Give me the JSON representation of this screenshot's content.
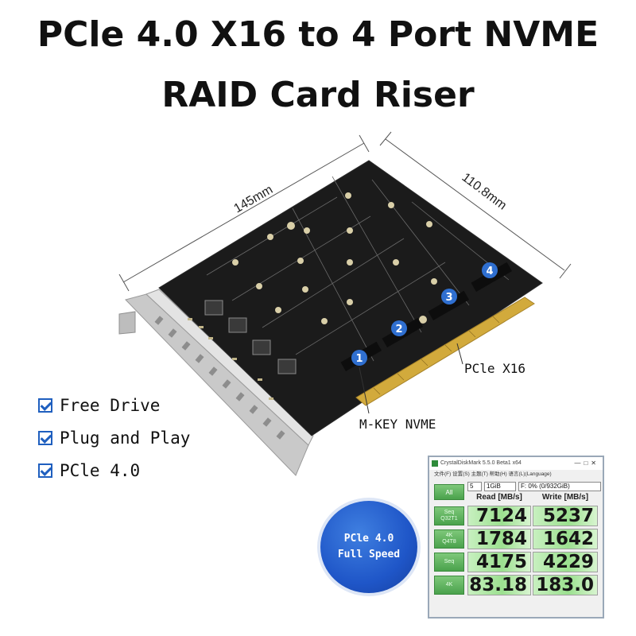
{
  "heading": {
    "line1": "PCle 4.0 X16 to 4 Port NVME",
    "line2": "RAID Card Riser"
  },
  "dimensions": {
    "length": "145mm",
    "width": "110.8mm"
  },
  "slots": [
    "1",
    "2",
    "3",
    "4"
  ],
  "callouts": {
    "pcie": "PCle X16",
    "mkey": "M-KEY NVME"
  },
  "features": [
    {
      "label": "Free Drive",
      "checked": true
    },
    {
      "label": "Plug and Play",
      "checked": true
    },
    {
      "label": "PCle 4.0",
      "checked": true
    }
  ],
  "badge": {
    "line1": "PCle 4.0",
    "line2": "Full Speed"
  },
  "benchmark": {
    "window_title": "CrystalDiskMark 5.5.0 Beta1 x64",
    "menu": "文件(F)  设置(S)  主题(T)  帮助(H)  语言(L)(Language)",
    "all_button": "All",
    "count": "5",
    "size": "1GiB",
    "drive": "F: 0% (0/932GiB)",
    "read_header": "Read [MB/s]",
    "write_header": "Write [MB/s]",
    "rows": [
      {
        "label": "Seq",
        "sub": "Q32T1",
        "read": "7124",
        "write": "5237"
      },
      {
        "label": "4K",
        "sub": "Q4T8",
        "read": "1784",
        "write": "1642"
      },
      {
        "label": "Seq",
        "sub": "",
        "read": "4175",
        "write": "4229"
      },
      {
        "label": "4K",
        "sub": "",
        "read": "83.18",
        "write": "183.0"
      }
    ]
  },
  "colors": {
    "pcb": "#1b1b1b",
    "accent_blue": "#1f56c8",
    "gold": "#d2aa3c",
    "bracket": "#c9c9c9",
    "green_button": "#4aa24c"
  }
}
